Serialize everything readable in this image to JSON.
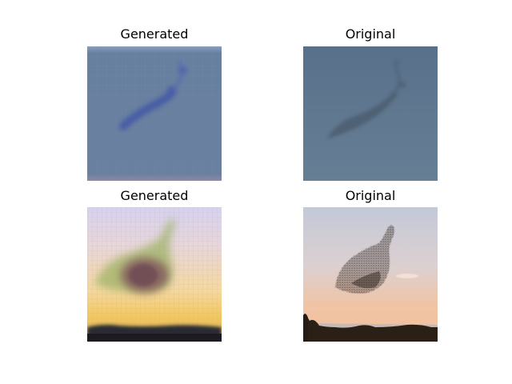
{
  "figure": {
    "panels": [
      {
        "title": "Generated",
        "image": "generated-murmuration-blue"
      },
      {
        "title": "Original",
        "image": "original-murmuration-blue-sky"
      },
      {
        "title": "Generated",
        "image": "generated-murmuration-sunset"
      },
      {
        "title": "Original",
        "image": "original-murmuration-sunset-sky"
      }
    ]
  },
  "colors": {
    "background": "#ffffff",
    "blue_sky": "#5e7792",
    "sunset_top": "#c7ccd9",
    "sunset_bottom": "#f0c2a0",
    "generated_yellow": "#f2cc68",
    "tree_line": "#1e1812"
  }
}
